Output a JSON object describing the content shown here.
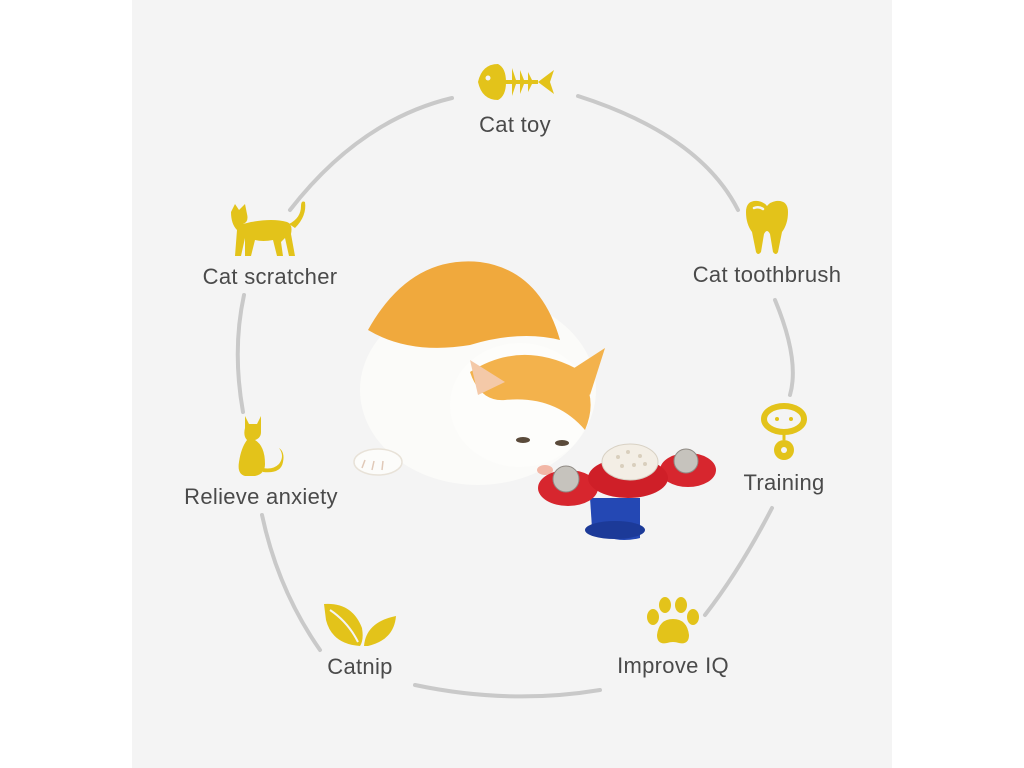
{
  "colors": {
    "accent_yellow": "#e3c31a",
    "ring_gray": "#c9c9c9",
    "label_gray": "#4a4a4a",
    "panel_bg": "#f4f4f4",
    "toy_red": "#d7262e",
    "toy_blue": "#2448b4",
    "kitten_orange": "#f0a93d"
  },
  "features": [
    {
      "label": "Cat toy",
      "icon": "fish-bone-icon"
    },
    {
      "label": "Cat toothbrush",
      "icon": "tooth-icon"
    },
    {
      "label": "Training",
      "icon": "collar-icon"
    },
    {
      "label": "Improve IQ",
      "icon": "paw-icon"
    },
    {
      "label": "Catnip",
      "icon": "leaf-icon"
    },
    {
      "label": "Relieve anxiety",
      "icon": "sitting-cat-icon"
    },
    {
      "label": "Cat scratcher",
      "icon": "walking-cat-icon"
    }
  ]
}
